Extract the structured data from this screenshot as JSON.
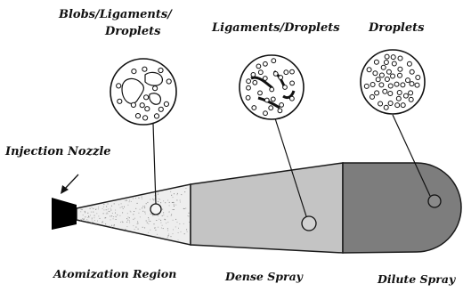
{
  "labels": {
    "blobs_line1": "Blobs/Ligaments/",
    "blobs_line2": "Droplets",
    "ligaments": "Ligaments/Droplets",
    "droplets": "Droplets",
    "nozzle": "Injection Nozzle",
    "atomization": "Atomization Region",
    "dense": "Dense Spray",
    "dilute": "Dilute Spray"
  },
  "colors": {
    "atomization_region": "#eeeeee",
    "dense_spray": "#c4c4c4",
    "dilute_spray": "#7d7d7d",
    "nozzle": "#000000",
    "outline": "#1a1a1a"
  },
  "icons": {
    "nozzle": "trapezoid-nozzle-shape",
    "detail_views": "magnified-circle-insets"
  }
}
